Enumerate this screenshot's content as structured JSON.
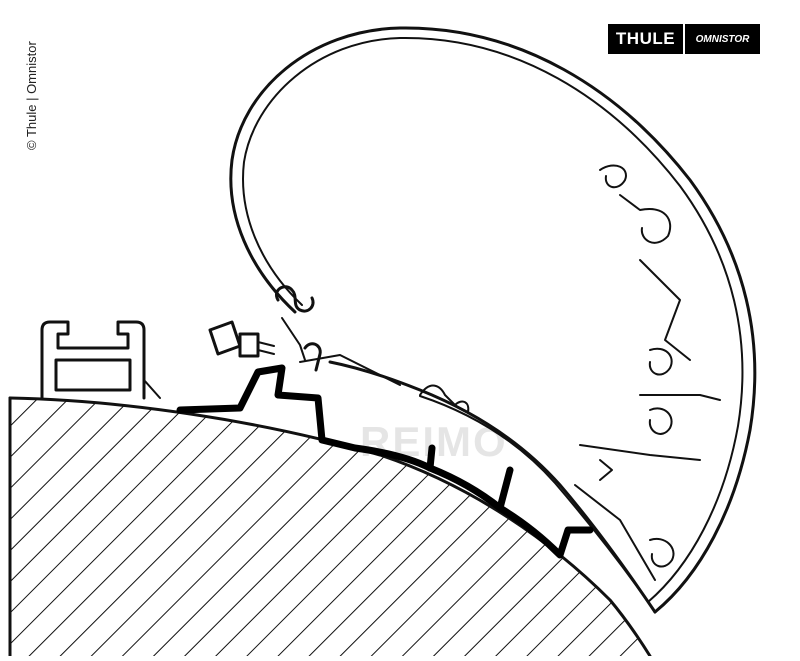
{
  "copyright": "© Thule | Omnistor",
  "logo": {
    "brand": "THULE",
    "partner": "OMNISTOR"
  },
  "watermark": "REIMO",
  "colors": {
    "line": "#111111",
    "background": "#ffffff",
    "logo_bg": "#000000"
  }
}
